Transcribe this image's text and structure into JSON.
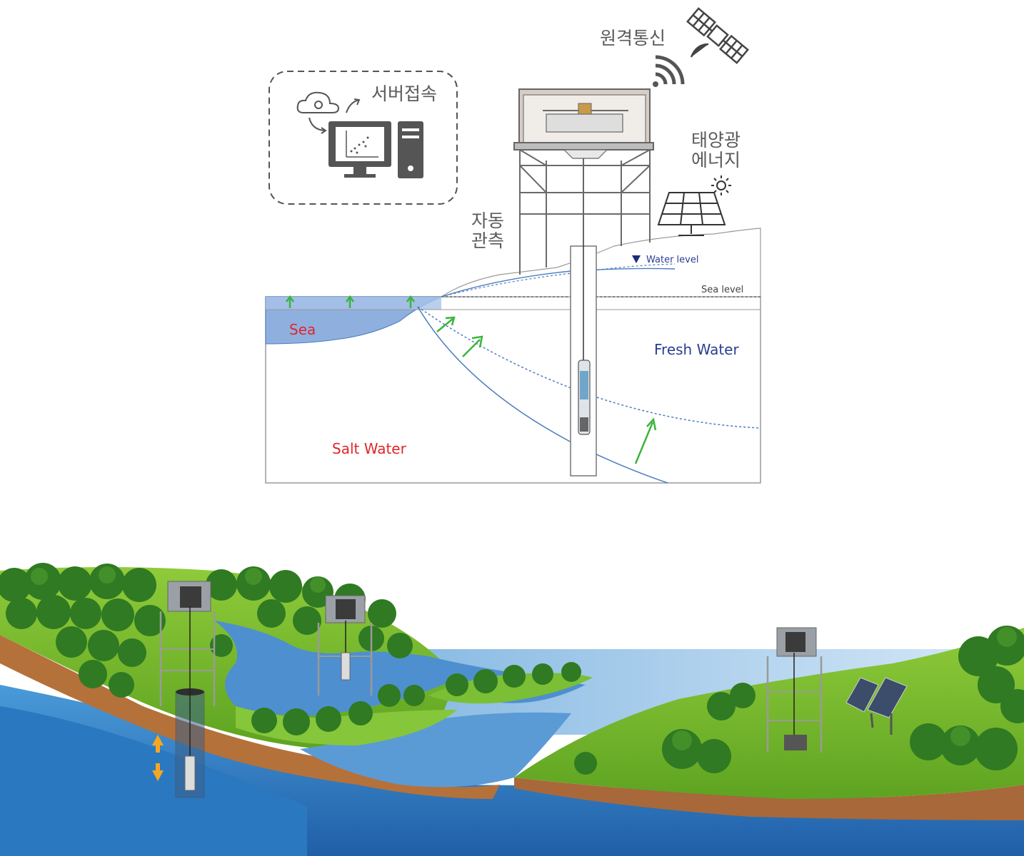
{
  "labels": {
    "remote_comm": "원격통신",
    "server": "서버접속",
    "solar": [
      "태양광",
      "에너지"
    ],
    "auto_obs": [
      "자동",
      "관측"
    ],
    "water_level": "Water level",
    "sea_level": "Sea level",
    "sea": "Sea",
    "fresh_water": "Fresh Water",
    "salt_water": "Salt Water"
  },
  "colors": {
    "sea_label": "#e0272a",
    "salt_label": "#e0272a",
    "fresh_label": "#2a3f8f",
    "water_level_label": "#2a3f8f",
    "interface_line": "#4a7cc0",
    "arrow": "#3cb43c",
    "sea_fill": "#8fb0df",
    "ocean": "#2f7fc4"
  },
  "icons": [
    "satellite-icon",
    "wifi-icon",
    "cloud-icon",
    "monitor-icon",
    "pc-tower-icon",
    "sun-icon",
    "solar-panel-icon",
    "water-level-triangle-icon"
  ]
}
